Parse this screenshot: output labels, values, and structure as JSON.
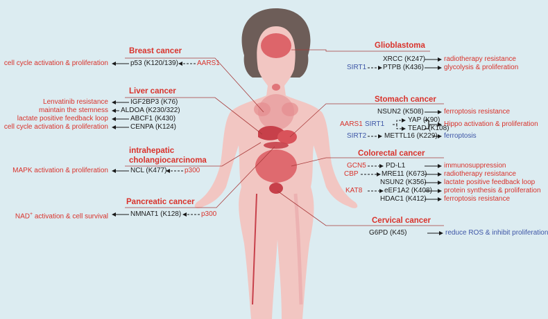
{
  "colors": {
    "background": "#dcecf1",
    "cancer_header": "#d9322b",
    "enzyme_red": "#d9322b",
    "enzyme_blue": "#3d55a6",
    "body_skin": "#f2c6c2",
    "organ": "#d9535a"
  },
  "cancers": {
    "breast": {
      "title": "Breast cancer",
      "outcome": "cell cycle activation & proliferation",
      "site": "p53 (K120/139)",
      "enzyme": "AARS1"
    },
    "liver": {
      "title": "Liver cancer",
      "rows": [
        {
          "outcome": "Lenvatinib resistance",
          "site": "IGF2BP3 (K76)"
        },
        {
          "outcome": "maintain the stemness",
          "site": "ALDOA (K230/322)"
        },
        {
          "outcome": "lactate positive feedback loop",
          "site": "ABCF1 (K430)"
        },
        {
          "outcome": "cell cycle activation & proliferation",
          "site": "CENPA (K124)"
        }
      ]
    },
    "icc": {
      "title_line1": "intrahepatic",
      "title_line2": "cholangiocarcinoma",
      "outcome": "MAPK activation & proliferation",
      "site": "NCL (K477)",
      "enzyme": "p300"
    },
    "pancreatic": {
      "title": "Pancreatic cancer",
      "outcome_base": "NAD",
      "outcome_sup": "+",
      "outcome_rest": " activation & cell survival",
      "site": "NMNAT1 (K128)",
      "enzyme": "p300"
    },
    "glioblastoma": {
      "title": "Glioblastoma",
      "rows": [
        {
          "enzyme": "",
          "site": "XRCC (K247)",
          "outcome": "radiotherapy resistance"
        },
        {
          "enzyme": "SIRT1",
          "site": "PTPB (K436)",
          "outcome": "glycolysis & proliferation"
        }
      ]
    },
    "stomach": {
      "title": "Stomach cancer",
      "row1": {
        "site": "NSUN2 (K508)",
        "outcome": "ferroptosis resistance"
      },
      "enzyme_aars1": "AARS1",
      "enzyme_sirt1": "SIRT1",
      "site_yap": "YAP (K90)",
      "site_tead": "TEAD (K108)",
      "outcome_hippo": "Hippo activation & proliferation",
      "row4": {
        "enzyme": "SIRT2",
        "site": "METTL16 (K229)",
        "outcome": "ferroptosis"
      }
    },
    "colorectal": {
      "title": "Colorectal cancer",
      "rows": [
        {
          "enzyme": "GCN5",
          "site": "PD-L1",
          "outcome": "immunosuppression"
        },
        {
          "enzyme": "CBP",
          "site": "MRE11 (K673)",
          "outcome": "radiotherapy resistance"
        },
        {
          "enzyme": "",
          "site": "NSUN2 (K356)",
          "outcome": "lactate positive feedback loop"
        },
        {
          "enzyme": "KAT8",
          "site": "eEF1A2 (K408)",
          "outcome": "protein synthesis & proliferation"
        },
        {
          "enzyme": "",
          "site": "HDAC1 (K412)",
          "outcome": "ferroptosis resistance"
        }
      ]
    },
    "cervical": {
      "title": "Cervical cancer",
      "site": "G6PD (K45)",
      "outcome": "reduce ROS & inhibit proliferation"
    }
  }
}
